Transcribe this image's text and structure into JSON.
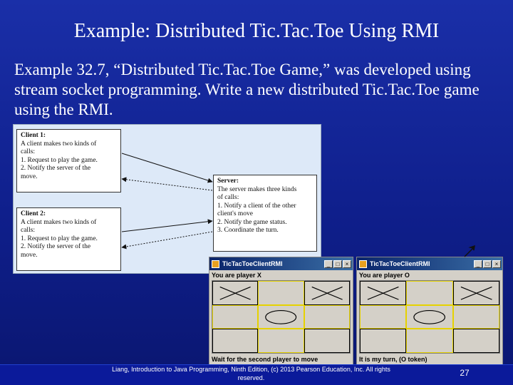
{
  "slide": {
    "title": "Example: Distributed Tic.Tac.Toe Using RMI",
    "body": "Example 32.7, “Distributed Tic.Tac.Toe Game,” was developed using stream socket programming. Write a new distributed Tic.Tac.Toe game using the RMI."
  },
  "diagram": {
    "client1": {
      "heading": "Client 1:",
      "lines": [
        "A client makes two kinds of",
        "calls:",
        "1. Request to play the game.",
        "2. Notify the server of the",
        "move."
      ]
    },
    "client2": {
      "heading": "Client 2:",
      "lines": [
        "A client makes two kinds of",
        "calls:",
        "1. Request to play the game.",
        "2. Notify the server of the",
        "move."
      ]
    },
    "server": {
      "heading": "Server:",
      "lines": [
        "The server makes three kinds",
        "of calls:",
        "1. Notify a client of the other",
        "client's move",
        "2. Notify the game status.",
        "3. Coordinate the turn."
      ]
    }
  },
  "windows": [
    {
      "title": "TicTacToeClientRMI",
      "top_status": "You are player X",
      "bottom_status": "Wait for the second player to move",
      "board": [
        "X",
        "",
        "X",
        "",
        "O",
        "",
        "",
        "",
        ""
      ]
    },
    {
      "title": "TicTacToeClientRMI",
      "top_status": "You are player O",
      "bottom_status": "It is my turn, (O token)",
      "board": [
        "X",
        "",
        "X",
        "",
        "O",
        "",
        "",
        "",
        ""
      ]
    }
  ],
  "window_buttons": {
    "minimize": "_",
    "maximize": "□",
    "close": "×"
  },
  "footer": {
    "credit": "Liang, Introduction to Java Programming, Ninth Edition, (c) 2013 Pearson Education, Inc. All rights reserved.",
    "page": "27"
  },
  "colors": {
    "background": "#1a2fa8",
    "diagram_bg": "#dde9f8",
    "highlight": "#e6d200"
  }
}
